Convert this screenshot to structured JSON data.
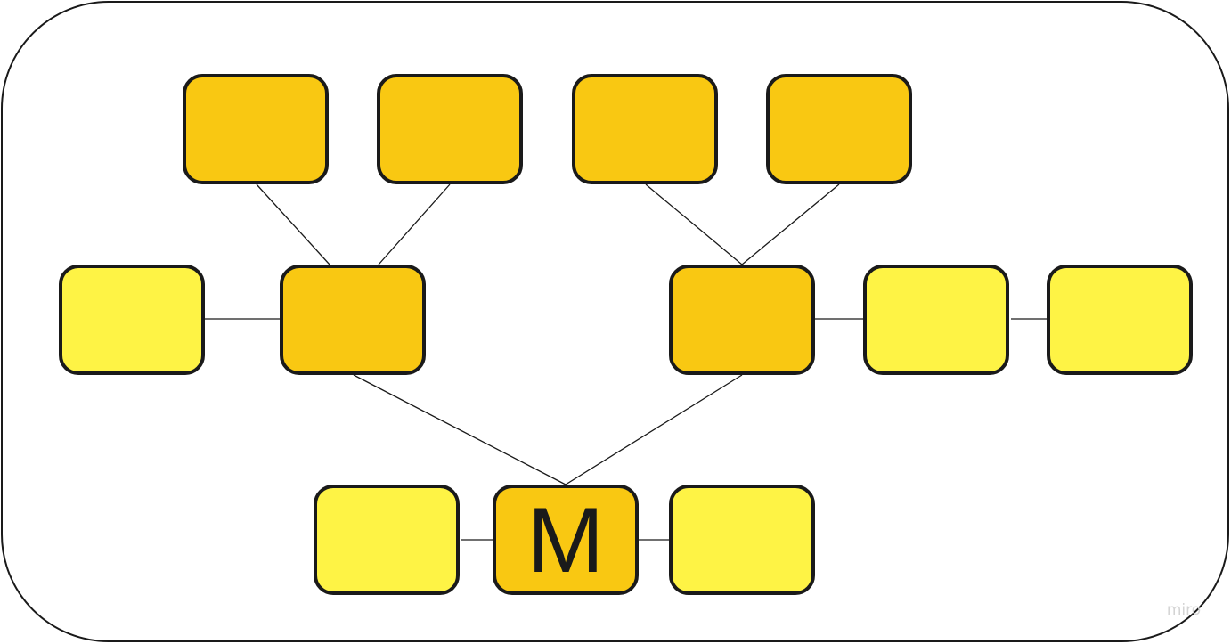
{
  "diagram": {
    "colors": {
      "frame_stroke": "#1a1a1a",
      "node_stroke": "#1a1a1a",
      "node_dark": "#f9c812",
      "node_light": "#fef345",
      "connector": "#1a1a1a",
      "label": "#1a1a1a"
    },
    "nodes": [
      {
        "id": "t1",
        "label": "",
        "fill": "dark"
      },
      {
        "id": "t2",
        "label": "",
        "fill": "dark"
      },
      {
        "id": "t3",
        "label": "",
        "fill": "dark"
      },
      {
        "id": "t4",
        "label": "",
        "fill": "dark"
      },
      {
        "id": "m1",
        "label": "",
        "fill": "light"
      },
      {
        "id": "m2",
        "label": "",
        "fill": "dark"
      },
      {
        "id": "m3",
        "label": "",
        "fill": "dark"
      },
      {
        "id": "m4",
        "label": "",
        "fill": "light"
      },
      {
        "id": "m5",
        "label": "",
        "fill": "light"
      },
      {
        "id": "b1",
        "label": "",
        "fill": "light"
      },
      {
        "id": "b2",
        "label": "M",
        "fill": "dark"
      },
      {
        "id": "b3",
        "label": "",
        "fill": "light"
      }
    ],
    "edges": [
      {
        "from": "t1",
        "to": "m2"
      },
      {
        "from": "t2",
        "to": "m2"
      },
      {
        "from": "t3",
        "to": "m3"
      },
      {
        "from": "t4",
        "to": "m3"
      },
      {
        "from": "m1",
        "to": "m2"
      },
      {
        "from": "m3",
        "to": "m4"
      },
      {
        "from": "m4",
        "to": "m5"
      },
      {
        "from": "m2",
        "to": "b2"
      },
      {
        "from": "m3",
        "to": "b2"
      },
      {
        "from": "b1",
        "to": "b2"
      },
      {
        "from": "b2",
        "to": "b3"
      }
    ]
  },
  "watermark": {
    "text": "miro"
  }
}
